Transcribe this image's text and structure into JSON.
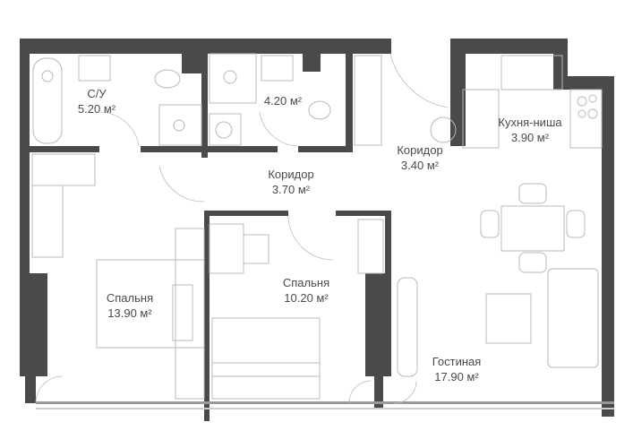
{
  "rooms": [
    {
      "name": "С/У",
      "area": "5.20 м²"
    },
    {
      "name": "",
      "area": "4.20 м²"
    },
    {
      "name": "Коридор",
      "area": "3.70 м²"
    },
    {
      "name": "Коридор",
      "area": "3.40 м²"
    },
    {
      "name": "Кухня-ниша",
      "area": "3.90 м²"
    },
    {
      "name": "Спальня",
      "area": "13.90 м²"
    },
    {
      "name": "Спальня",
      "area": "10.20 м²"
    },
    {
      "name": "Гостиная",
      "area": "17.90 м²"
    }
  ],
  "colors": {
    "wall": "#4a4a4a",
    "furniture": "#b8b8b8",
    "text": "#4a4a4a"
  }
}
